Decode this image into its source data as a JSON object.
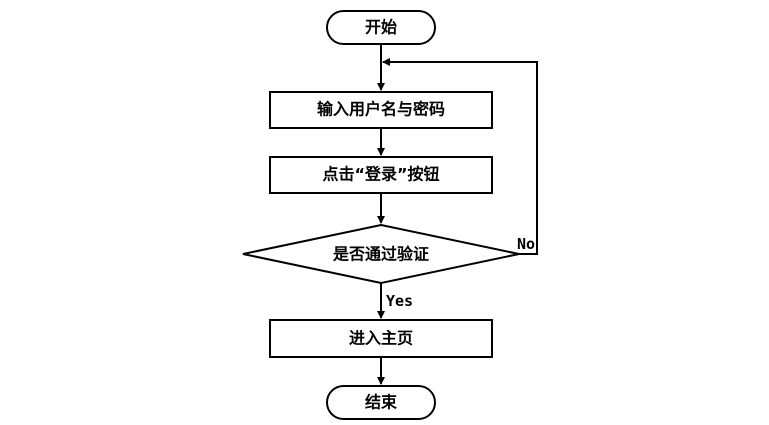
{
  "diagram": {
    "nodes": {
      "start": "开始",
      "input": "输入用户名与密码",
      "click": "点击“登录”按钮",
      "decision": "是否通过验证",
      "home": "进入主页",
      "end": "结束"
    },
    "edges": {
      "yes": "Yes",
      "no": "No"
    }
  }
}
